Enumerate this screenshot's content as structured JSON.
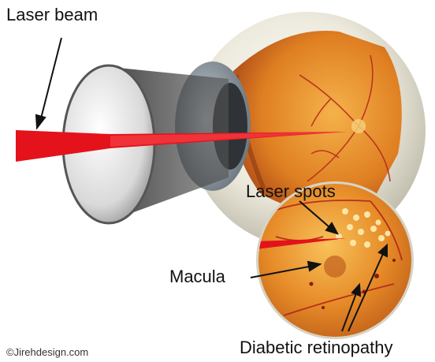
{
  "labels": {
    "laser_beam": "Laser beam",
    "laser_spots": "Laser spots",
    "macula": "Macula",
    "diabetic_retinopathy": "Diabetic retinopathy",
    "copyright": "©Jirehdesign.com"
  },
  "colors": {
    "beam": "#e3121b",
    "retina": "#e8862a",
    "sclera": "#e9e6d8",
    "lens_dark": "#3a3a3a"
  }
}
